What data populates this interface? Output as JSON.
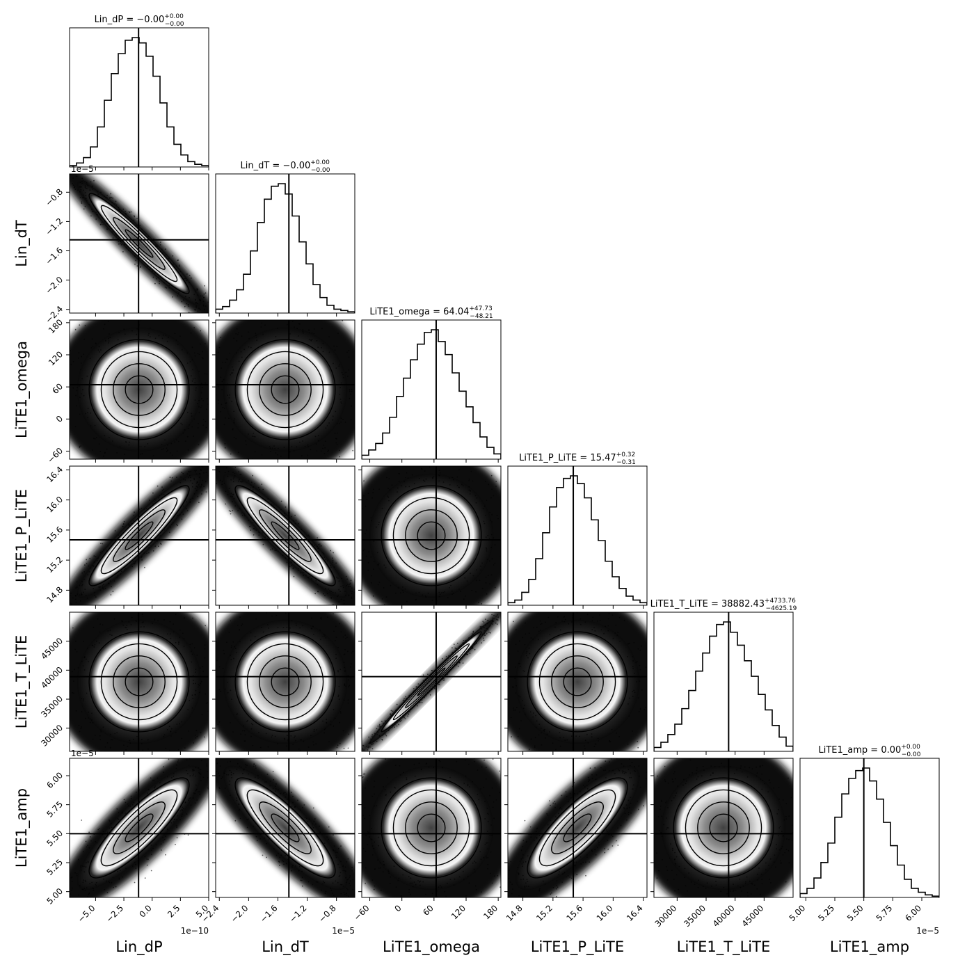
{
  "chart_data": {
    "type": "corner",
    "params": [
      "Lin_dP",
      "Lin_dT",
      "LiTE1_omega",
      "LiTE1_P_LiTE",
      "LiTE1_T_LiTE",
      "LiTE1_amp"
    ],
    "axis_labels": [
      "Lin_dP",
      "Lin_dT",
      "LiTE1_omega",
      "LiTE1_P_LiTE",
      "LiTE1_T_LiTE",
      "LiTE1_amp"
    ],
    "ranges": [
      [
        -7.3e-10,
        5e-10
      ],
      [
        -2.45e-05,
        -5.5e-06
      ],
      [
        -75,
        185
      ],
      [
        14.6,
        16.45
      ],
      [
        26000,
        50000
      ],
      [
        4.95e-05,
        6.15e-05
      ]
    ],
    "truths": [
      -1.2e-10,
      -1.45e-05,
      64.04,
      15.47,
      38882.43,
      5.5e-05
    ],
    "ticks": [
      [
        {
          "v": -5e-10,
          "l": "−5.0"
        },
        {
          "v": -2.5e-10,
          "l": "−2.5"
        },
        {
          "v": 0,
          "l": "0.0"
        },
        {
          "v": 2.5e-10,
          "l": "2.5"
        },
        {
          "v": 5e-10,
          "l": "5.0"
        }
      ],
      [
        {
          "v": -2.4e-05,
          "l": "−2.4"
        },
        {
          "v": -2e-05,
          "l": "−2.0"
        },
        {
          "v": -1.6e-05,
          "l": "−1.6"
        },
        {
          "v": -1.2e-05,
          "l": "−1.2"
        },
        {
          "v": -8e-06,
          "l": "−0.8"
        }
      ],
      [
        {
          "v": -60,
          "l": "−60"
        },
        {
          "v": 0,
          "l": "0"
        },
        {
          "v": 60,
          "l": "60"
        },
        {
          "v": 120,
          "l": "120"
        },
        {
          "v": 180,
          "l": "180"
        }
      ],
      [
        {
          "v": 14.8,
          "l": "14.8"
        },
        {
          "v": 15.2,
          "l": "15.2"
        },
        {
          "v": 15.6,
          "l": "15.6"
        },
        {
          "v": 16.0,
          "l": "16.0"
        },
        {
          "v": 16.4,
          "l": "16.4"
        }
      ],
      [
        {
          "v": 30000,
          "l": "30000"
        },
        {
          "v": 35000,
          "l": "35000"
        },
        {
          "v": 40000,
          "l": "40000"
        },
        {
          "v": 45000,
          "l": "45000"
        }
      ],
      [
        {
          "v": 5e-05,
          "l": "5.00"
        },
        {
          "v": 5.25e-05,
          "l": "5.25"
        },
        {
          "v": 5.5e-05,
          "l": "5.50"
        },
        {
          "v": 5.75e-05,
          "l": "5.75"
        },
        {
          "v": 6e-05,
          "l": "6.00"
        }
      ]
    ],
    "offset_labels": {
      "x": [
        "1e−10",
        "1e−5",
        "",
        "",
        "",
        "1e−5"
      ],
      "y": [
        "",
        "1e−5",
        "",
        "",
        "",
        "1e−5"
      ]
    },
    "titles": [
      {
        "label": "Lin_dP",
        "value": "−0.00",
        "plus": "+0.00",
        "minus": "−0.00"
      },
      {
        "label": "Lin_dT",
        "value": "−0.00",
        "plus": "+0.00",
        "minus": "−0.00"
      },
      {
        "label": "LiTE1_omega",
        "value": "64.04",
        "plus": "+47.73",
        "minus": "−48.21"
      },
      {
        "label": "LiTE1_P_LiTE",
        "value": "15.47",
        "plus": "+0.32",
        "minus": "−0.31"
      },
      {
        "label": "LiTE1_T_LiTE",
        "value": "38882.43",
        "plus": "+4733.76",
        "minus": "−4625.19"
      },
      {
        "label": "LiTE1_amp",
        "value": "0.00",
        "plus": "+0.00",
        "minus": "−0.00"
      }
    ],
    "histograms": [
      [
        1,
        3,
        7,
        15,
        30,
        50,
        70,
        85,
        95,
        97,
        93,
        83,
        68,
        48,
        30,
        17,
        9,
        4,
        2,
        1
      ],
      [
        3,
        5,
        10,
        18,
        30,
        48,
        70,
        88,
        98,
        100,
        92,
        75,
        55,
        38,
        22,
        12,
        6,
        3,
        2,
        1
      ],
      [
        3,
        7,
        12,
        20,
        32,
        48,
        62,
        76,
        88,
        97,
        99,
        90,
        80,
        66,
        52,
        40,
        28,
        17,
        9,
        4
      ],
      [
        2,
        4,
        10,
        20,
        36,
        56,
        76,
        91,
        98,
        100,
        94,
        83,
        66,
        50,
        34,
        22,
        13,
        7,
        4,
        2
      ],
      [
        3,
        7,
        13,
        21,
        33,
        47,
        62,
        76,
        89,
        98,
        100,
        92,
        82,
        70,
        58,
        44,
        32,
        20,
        11,
        4
      ],
      [
        3,
        7,
        15,
        27,
        42,
        62,
        80,
        92,
        98,
        100,
        90,
        76,
        58,
        40,
        25,
        14,
        7,
        4,
        2,
        1
      ]
    ],
    "correlations": [
      [
        0,
        0,
        0,
        0,
        0,
        0
      ],
      [
        -0.96,
        0,
        0,
        0,
        0,
        0
      ],
      [
        0.0,
        0.0,
        0,
        0,
        0,
        0
      ],
      [
        0.93,
        -0.93,
        0.0,
        0,
        0,
        0
      ],
      [
        0.0,
        0.0,
        0.99,
        0.0,
        0,
        0
      ],
      [
        0.86,
        -0.86,
        0.0,
        0.82,
        0.0,
        0
      ]
    ]
  }
}
